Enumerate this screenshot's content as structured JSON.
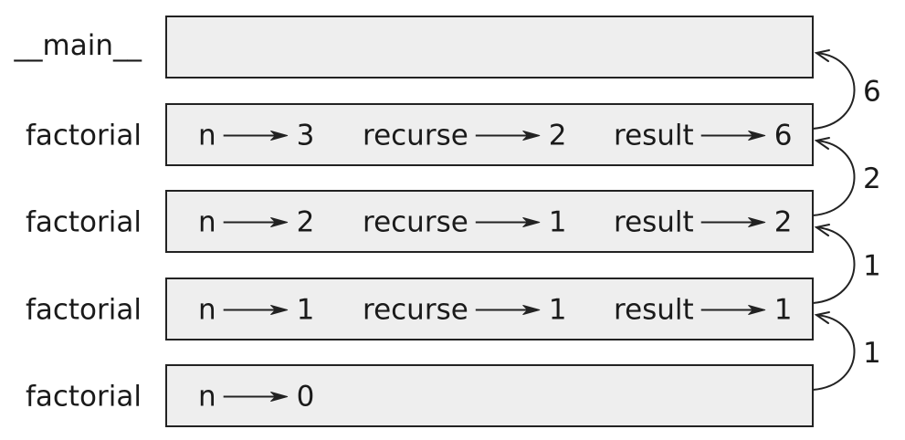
{
  "frames": [
    {
      "label": "__main__",
      "vars": []
    },
    {
      "label": "factorial",
      "vars": [
        {
          "name": "n",
          "value": "3"
        },
        {
          "name": "recurse",
          "value": "2"
        },
        {
          "name": "result",
          "value": "6"
        }
      ]
    },
    {
      "label": "factorial",
      "vars": [
        {
          "name": "n",
          "value": "2"
        },
        {
          "name": "recurse",
          "value": "1"
        },
        {
          "name": "result",
          "value": "2"
        }
      ]
    },
    {
      "label": "factorial",
      "vars": [
        {
          "name": "n",
          "value": "1"
        },
        {
          "name": "recurse",
          "value": "1"
        },
        {
          "name": "result",
          "value": "1"
        }
      ]
    },
    {
      "label": "factorial",
      "vars": [
        {
          "name": "n",
          "value": "0"
        }
      ]
    }
  ],
  "return_values": [
    "6",
    "2",
    "1",
    "1"
  ]
}
